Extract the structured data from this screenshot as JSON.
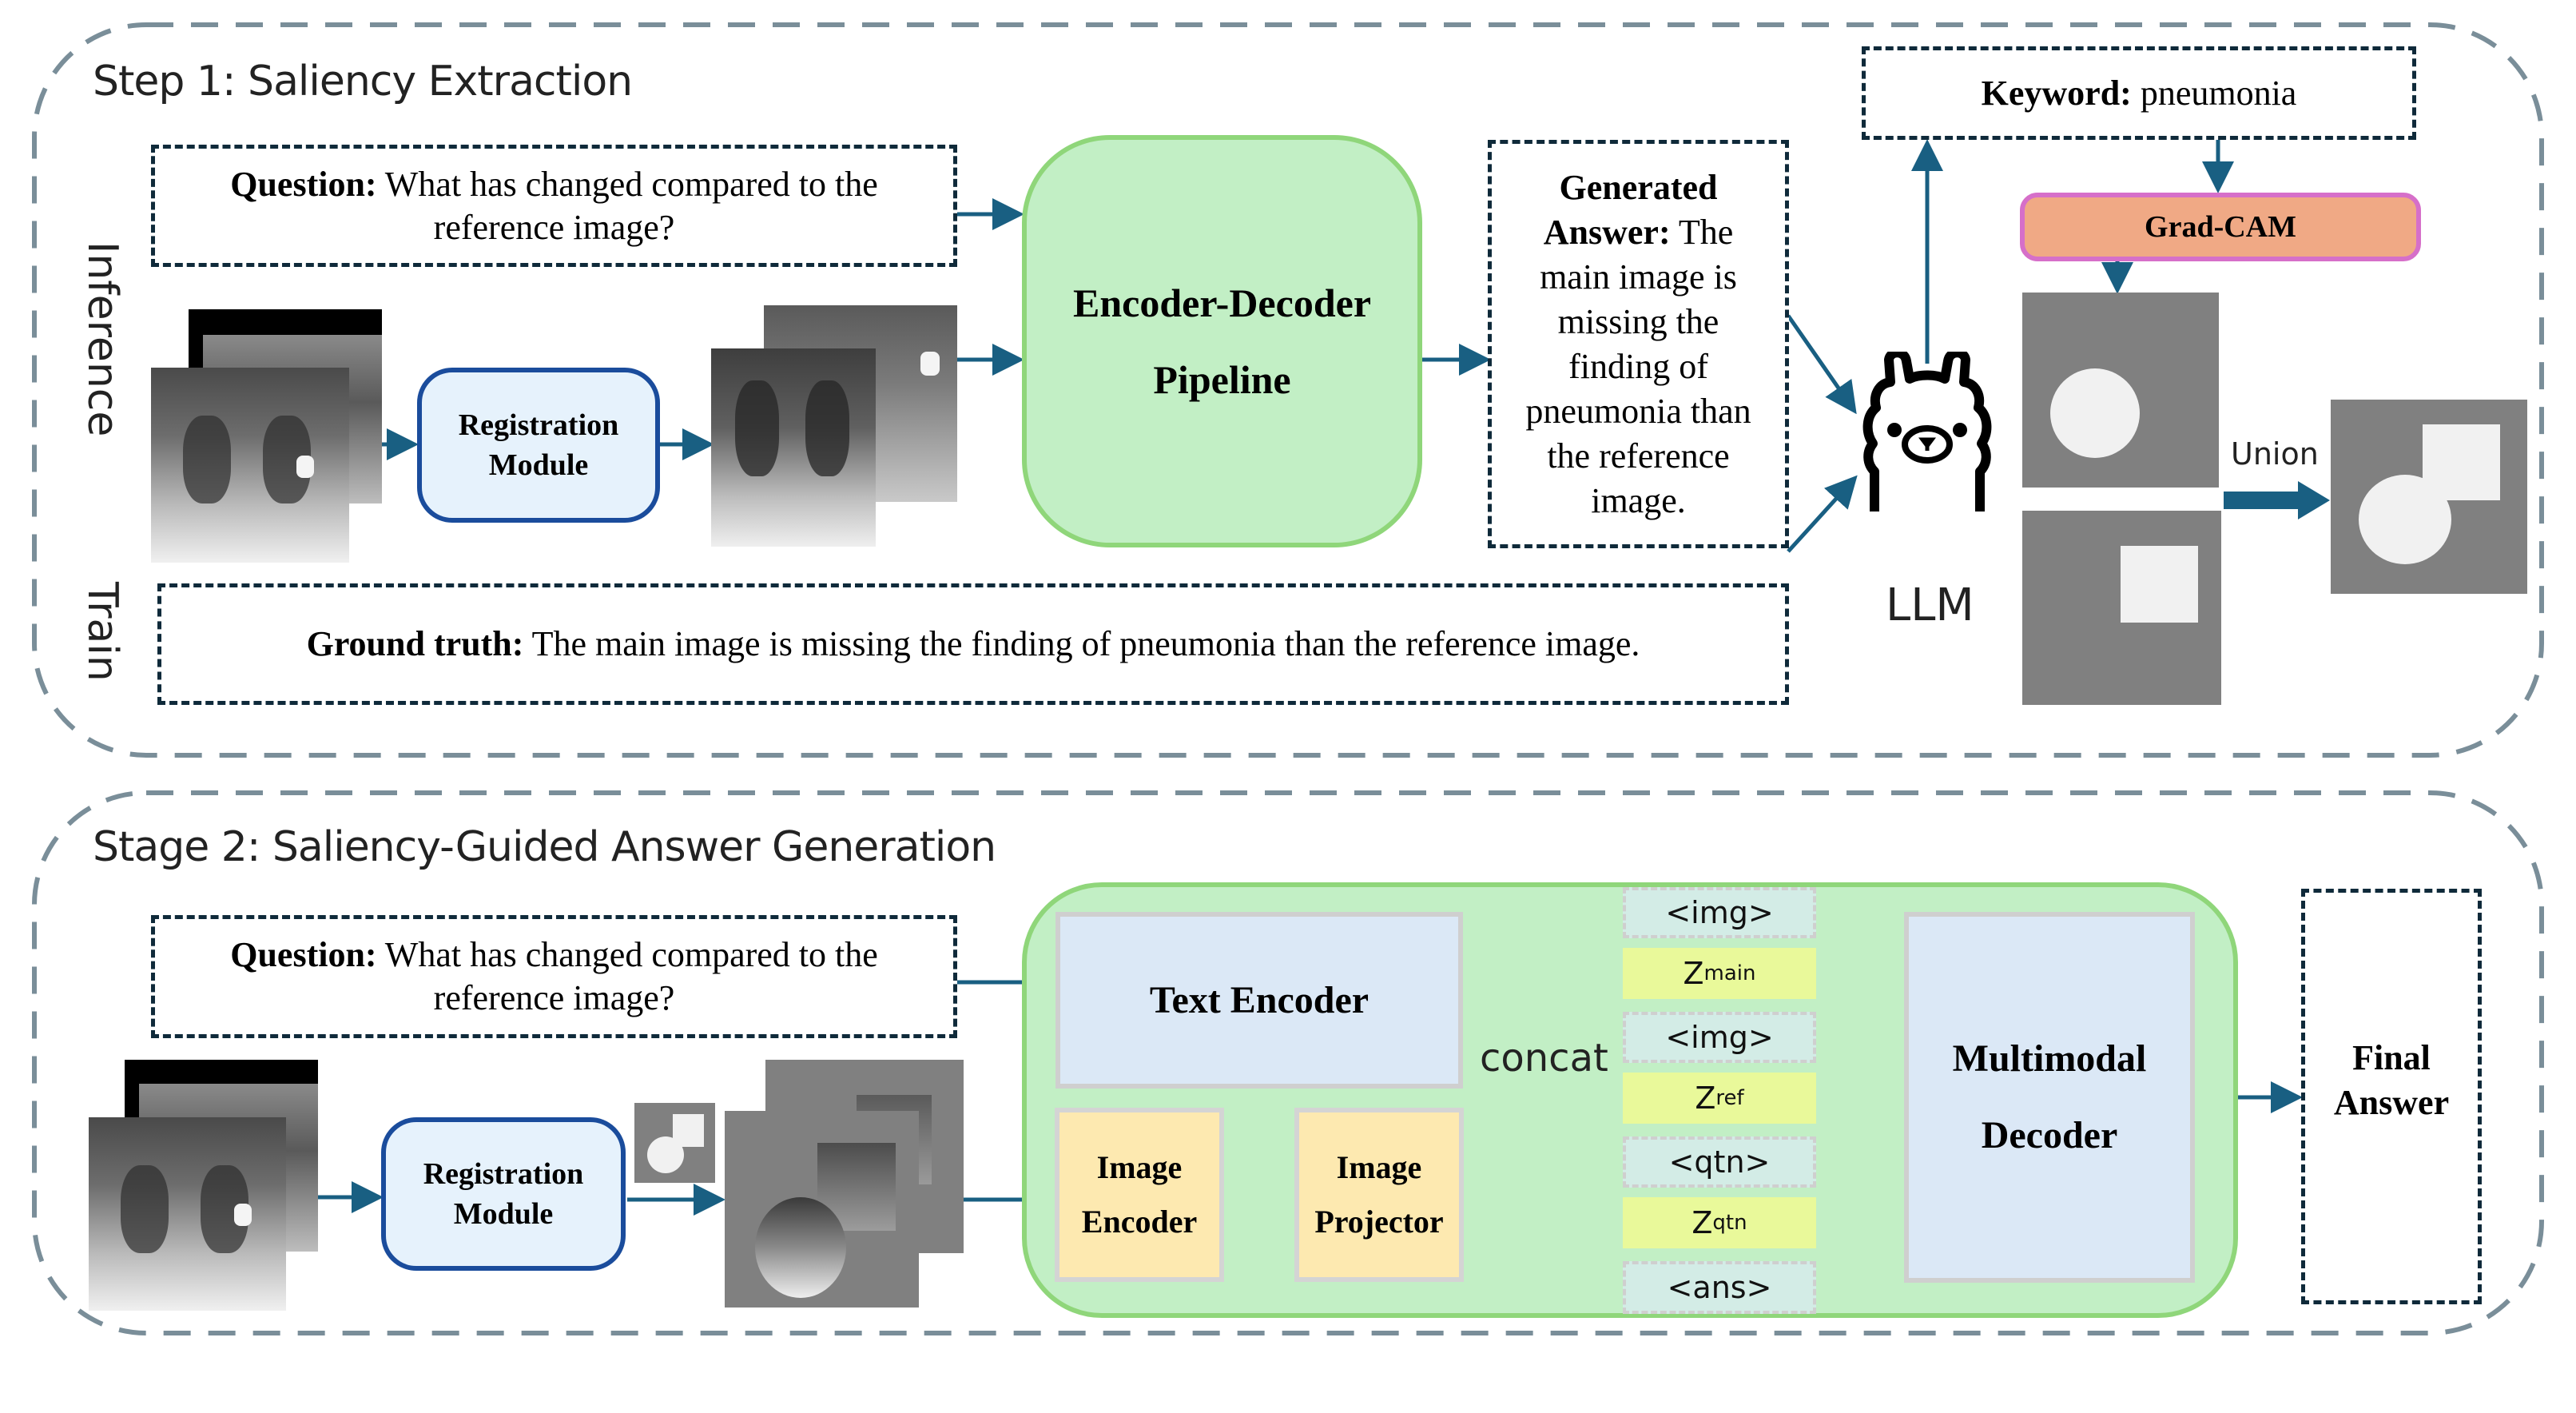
{
  "colors": {
    "arrow": "#195f82",
    "section_border": "#7a8e99",
    "dash_box_border": "#0f2a3a",
    "green_fill": "#c2efc5",
    "green_border": "#8fd67a",
    "registration_fill": "#e6f2fc",
    "registration_border": "#1a4c9c",
    "gradcam_fill": "#f0a985",
    "gradcam_border": "#d66fc9",
    "mask_gray": "#808080",
    "mask_white": "#f1f1f1",
    "blue_block": "#dbe8f6",
    "yellow_block": "#fde9b0",
    "token_tag": "#d3ece6",
    "token_z": "#e9f99a"
  },
  "step1": {
    "title": "Step 1: Saliency Extraction",
    "inference_label": "Inference",
    "train_label": "Train",
    "question": {
      "label": "Question:",
      "text": " What has changed compared to the reference image?"
    },
    "registration": {
      "line1": "Registration",
      "line2": "Module"
    },
    "encoder_decoder": {
      "line1": "Encoder-Decoder",
      "line2": "Pipeline"
    },
    "generated_answer": {
      "label": "Generated Answer:",
      "text": " The main image is missing the finding of pneumonia than the reference image."
    },
    "ground_truth": {
      "label": "Ground truth:",
      "text": " The main image is missing the finding of pneumonia than the reference image."
    },
    "keyword": {
      "label": "Keyword:",
      "text": " pneumonia"
    },
    "gradcam": "Grad-CAM",
    "llm": {
      "label": "LLM",
      "icon": "llama-icon"
    },
    "union": "Union",
    "images": {
      "input_pair": [
        "chest-xray-reference",
        "chest-xray-main"
      ],
      "registered_pair": [
        "registered-xray-reference",
        "registered-xray-main"
      ],
      "masks": [
        "mask-circle",
        "mask-square",
        "mask-union"
      ]
    }
  },
  "stage2": {
    "title": "Stage 2: Saliency-Guided Answer Generation",
    "question": {
      "label": "Question:",
      "text": " What has changed compared to the reference image?"
    },
    "registration": {
      "line1": "Registration",
      "line2": "Module"
    },
    "text_encoder": "Text Encoder",
    "image_encoder": {
      "line1": "Image",
      "line2": "Encoder"
    },
    "image_projector": {
      "line1": "Image",
      "line2": "Projector"
    },
    "concat": "concat",
    "tokens": [
      {
        "kind": "tag",
        "text": "<img>"
      },
      {
        "kind": "z",
        "base": "Z",
        "sub": "main"
      },
      {
        "kind": "tag",
        "text": "<img>"
      },
      {
        "kind": "z",
        "base": "Z",
        "sub": "ref"
      },
      {
        "kind": "tag",
        "text": "<qtn>"
      },
      {
        "kind": "z",
        "base": "Z",
        "sub": "qtn"
      },
      {
        "kind": "tag",
        "text": "<ans>"
      }
    ],
    "decoder": {
      "line1": "Multimodal",
      "line2": "Decoder"
    },
    "final_answer": {
      "line1": "Final",
      "line2": "Answer"
    }
  }
}
